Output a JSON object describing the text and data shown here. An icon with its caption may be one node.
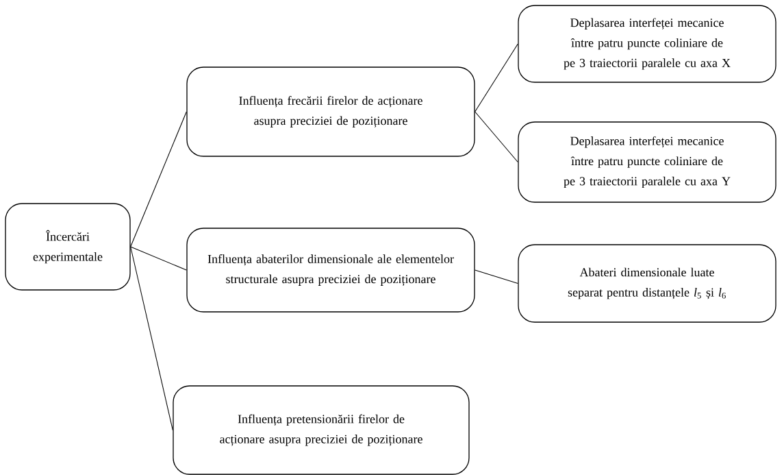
{
  "diagram": {
    "nodes": [
      {
        "text": [
          "Încercări experimentale"
        ]
      },
      {
        "text": [
          "Influența frecării firelor de acționare asupra preciziei de poziționare"
        ]
      },
      {
        "text": [
          "Deplasarea interfeței mecanice între patru puncte coliniare de pe 3 traiectorii paralele cu axa X"
        ]
      },
      {
        "text": [
          "Deplasarea interfeței mecanice între patru puncte coliniare de pe 3 traiectorii paralele cu axa Y"
        ]
      },
      {
        "text": [
          "Influența abaterilor dimensionale ale elementelor structurale asupra preciziei de poziționare"
        ]
      },
      {
        "text": [
          "Abateri dimensionale luate separat pentru distanțele *l*$_{5}$ și *l*$_{6}$"
        ]
      },
      {
        "text": [
          "Influența pretensionării firelor de acționare asupra preciziei de poziționare"
        ]
      }
    ],
    "edges": [
      {
        "from": 0,
        "to": 1,
        "arrow": "none"
      },
      {
        "from": 0,
        "to": 4,
        "arrow": "none"
      },
      {
        "from": 0,
        "to": 6,
        "arrow": "none"
      },
      {
        "from": 1,
        "to": 2,
        "arrow": "none"
      },
      {
        "from": 1,
        "to": 3,
        "arrow": "none"
      },
      {
        "from": 4,
        "to": 5,
        "arrow": "none"
      }
    ]
  }
}
